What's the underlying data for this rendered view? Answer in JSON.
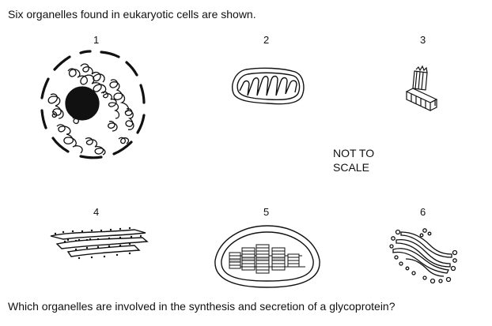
{
  "intro": "Six organelles found in eukaryotic cells are shown.",
  "scale_note_line1": "NOT TO",
  "scale_note_line2": "SCALE",
  "question": "Which organelles are involved in the synthesis and secretion of a glycoprotein?",
  "organelles": [
    {
      "number": "1",
      "icon": "nucleus-icon"
    },
    {
      "number": "2",
      "icon": "mitochondrion-icon"
    },
    {
      "number": "3",
      "icon": "centriole-icon"
    },
    {
      "number": "4",
      "icon": "rough-er-icon"
    },
    {
      "number": "5",
      "icon": "chloroplast-icon"
    },
    {
      "number": "6",
      "icon": "golgi-icon"
    }
  ]
}
